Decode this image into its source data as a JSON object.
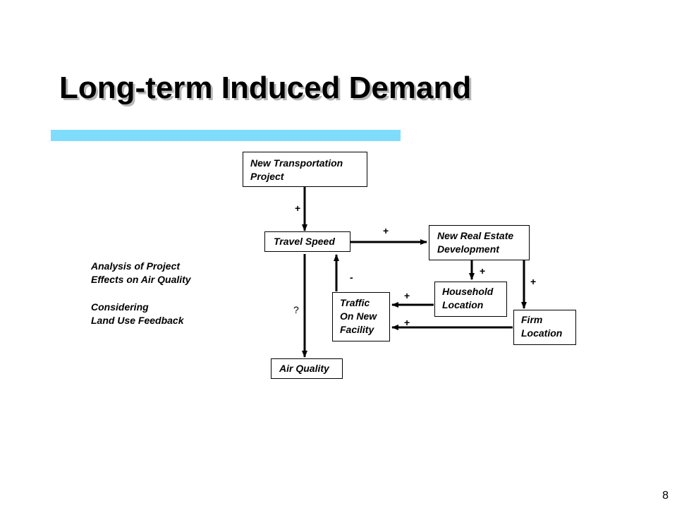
{
  "slide": {
    "title": "Long-term Induced Demand",
    "accent_color": "#7fdcfc",
    "page_number": "8"
  },
  "side_text": {
    "line1": "Analysis of Project",
    "line2": "Effects on Air Quality",
    "line3": "Considering",
    "line4": "Land Use Feedback"
  },
  "diagram": {
    "nodes": {
      "new_transportation_project": [
        "New Transportation",
        "Project"
      ],
      "travel_speed": [
        "Travel Speed"
      ],
      "new_real_estate": [
        "New Real Estate",
        "Development"
      ],
      "household_location": [
        "Household",
        "Location"
      ],
      "traffic_new_facility": [
        "Traffic",
        "On New",
        "Facility"
      ],
      "firm_location": [
        "Firm",
        "Location"
      ],
      "air_quality": [
        "Air Quality"
      ]
    },
    "edge_labels": {
      "project_to_speed": "+",
      "speed_to_real_estate": "+",
      "traffic_to_speed": "-",
      "real_estate_to_household": "+",
      "real_estate_to_firm": "+",
      "household_to_traffic": "+",
      "firm_to_traffic": "+",
      "speed_to_air_quality": "?"
    }
  }
}
